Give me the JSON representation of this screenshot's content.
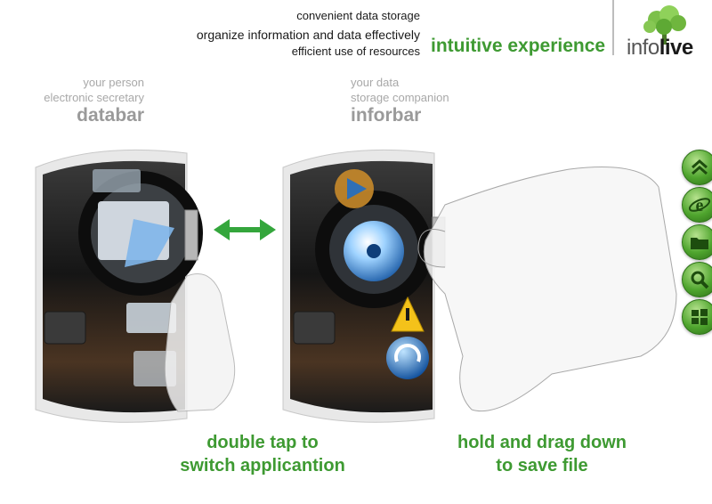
{
  "header": {
    "taglines": [
      "convenient data storage",
      "organize information and data effectively",
      "efficient use of resources"
    ],
    "headline": "intuitive experience",
    "logo": {
      "prefix": "info",
      "suffix": "live",
      "icon": "tree-icon"
    }
  },
  "left": {
    "sub_line1": "your person",
    "sub_line2": "electronic secretary",
    "title": "databar",
    "caption_line1": "double tap to",
    "caption_line2": "switch applicantion"
  },
  "right": {
    "sub_line1": "your data",
    "sub_line2": "storage companion",
    "title": "inforbar",
    "caption_line1": "hold and drag down",
    "caption_line2": "to save file"
  },
  "nav_icons": [
    "chevrons-up-icon",
    "internet-explorer-icon",
    "folder-icon",
    "search-icon",
    "windows-icon"
  ],
  "colors": {
    "accent_green": "#3e9a32",
    "muted_grey": "#9a9a9a"
  }
}
